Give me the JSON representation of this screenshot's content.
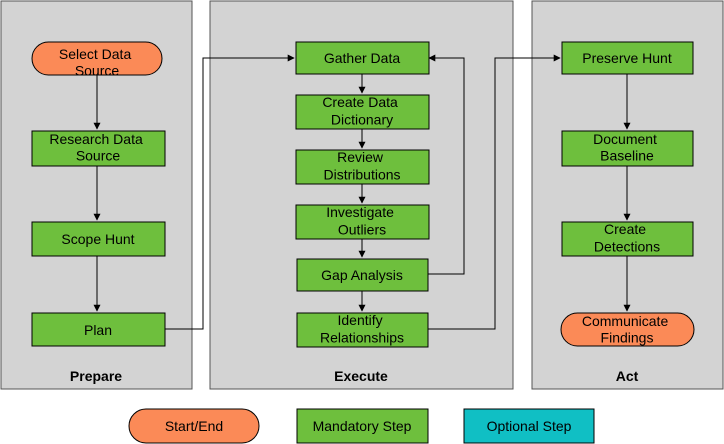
{
  "colors": {
    "lane_fill": "#d3d3d3",
    "mandatory_fill": "#6ebf3d",
    "start_end_fill": "#fb8a57",
    "optional_fill": "#10bfc4",
    "stroke": "#000000"
  },
  "lanes": {
    "prepare": "Prepare",
    "execute": "Execute",
    "act": "Act"
  },
  "steps": {
    "select_data_source": [
      "Select Data",
      "Source"
    ],
    "research_data_source": [
      "Research Data",
      "Source"
    ],
    "scope_hunt": [
      "Scope Hunt"
    ],
    "plan": [
      "Plan"
    ],
    "gather_data": [
      "Gather Data"
    ],
    "create_data_dictionary": [
      "Create Data",
      "Dictionary"
    ],
    "review_distributions": [
      "Review",
      "Distributions"
    ],
    "investigate_outliers": [
      "Investigate",
      "Outliers"
    ],
    "gap_analysis": [
      "Gap Analysis"
    ],
    "identify_relationships": [
      "Identify",
      "Relationships"
    ],
    "preserve_hunt": [
      "Preserve Hunt"
    ],
    "document_baseline": [
      "Document",
      "Baseline"
    ],
    "create_detections": [
      "Create",
      "Detections"
    ],
    "communicate_findings": [
      "Communicate",
      "Findings"
    ]
  },
  "legend": {
    "start_end": "Start/End",
    "mandatory": "Mandatory Step",
    "optional": "Optional Step"
  }
}
